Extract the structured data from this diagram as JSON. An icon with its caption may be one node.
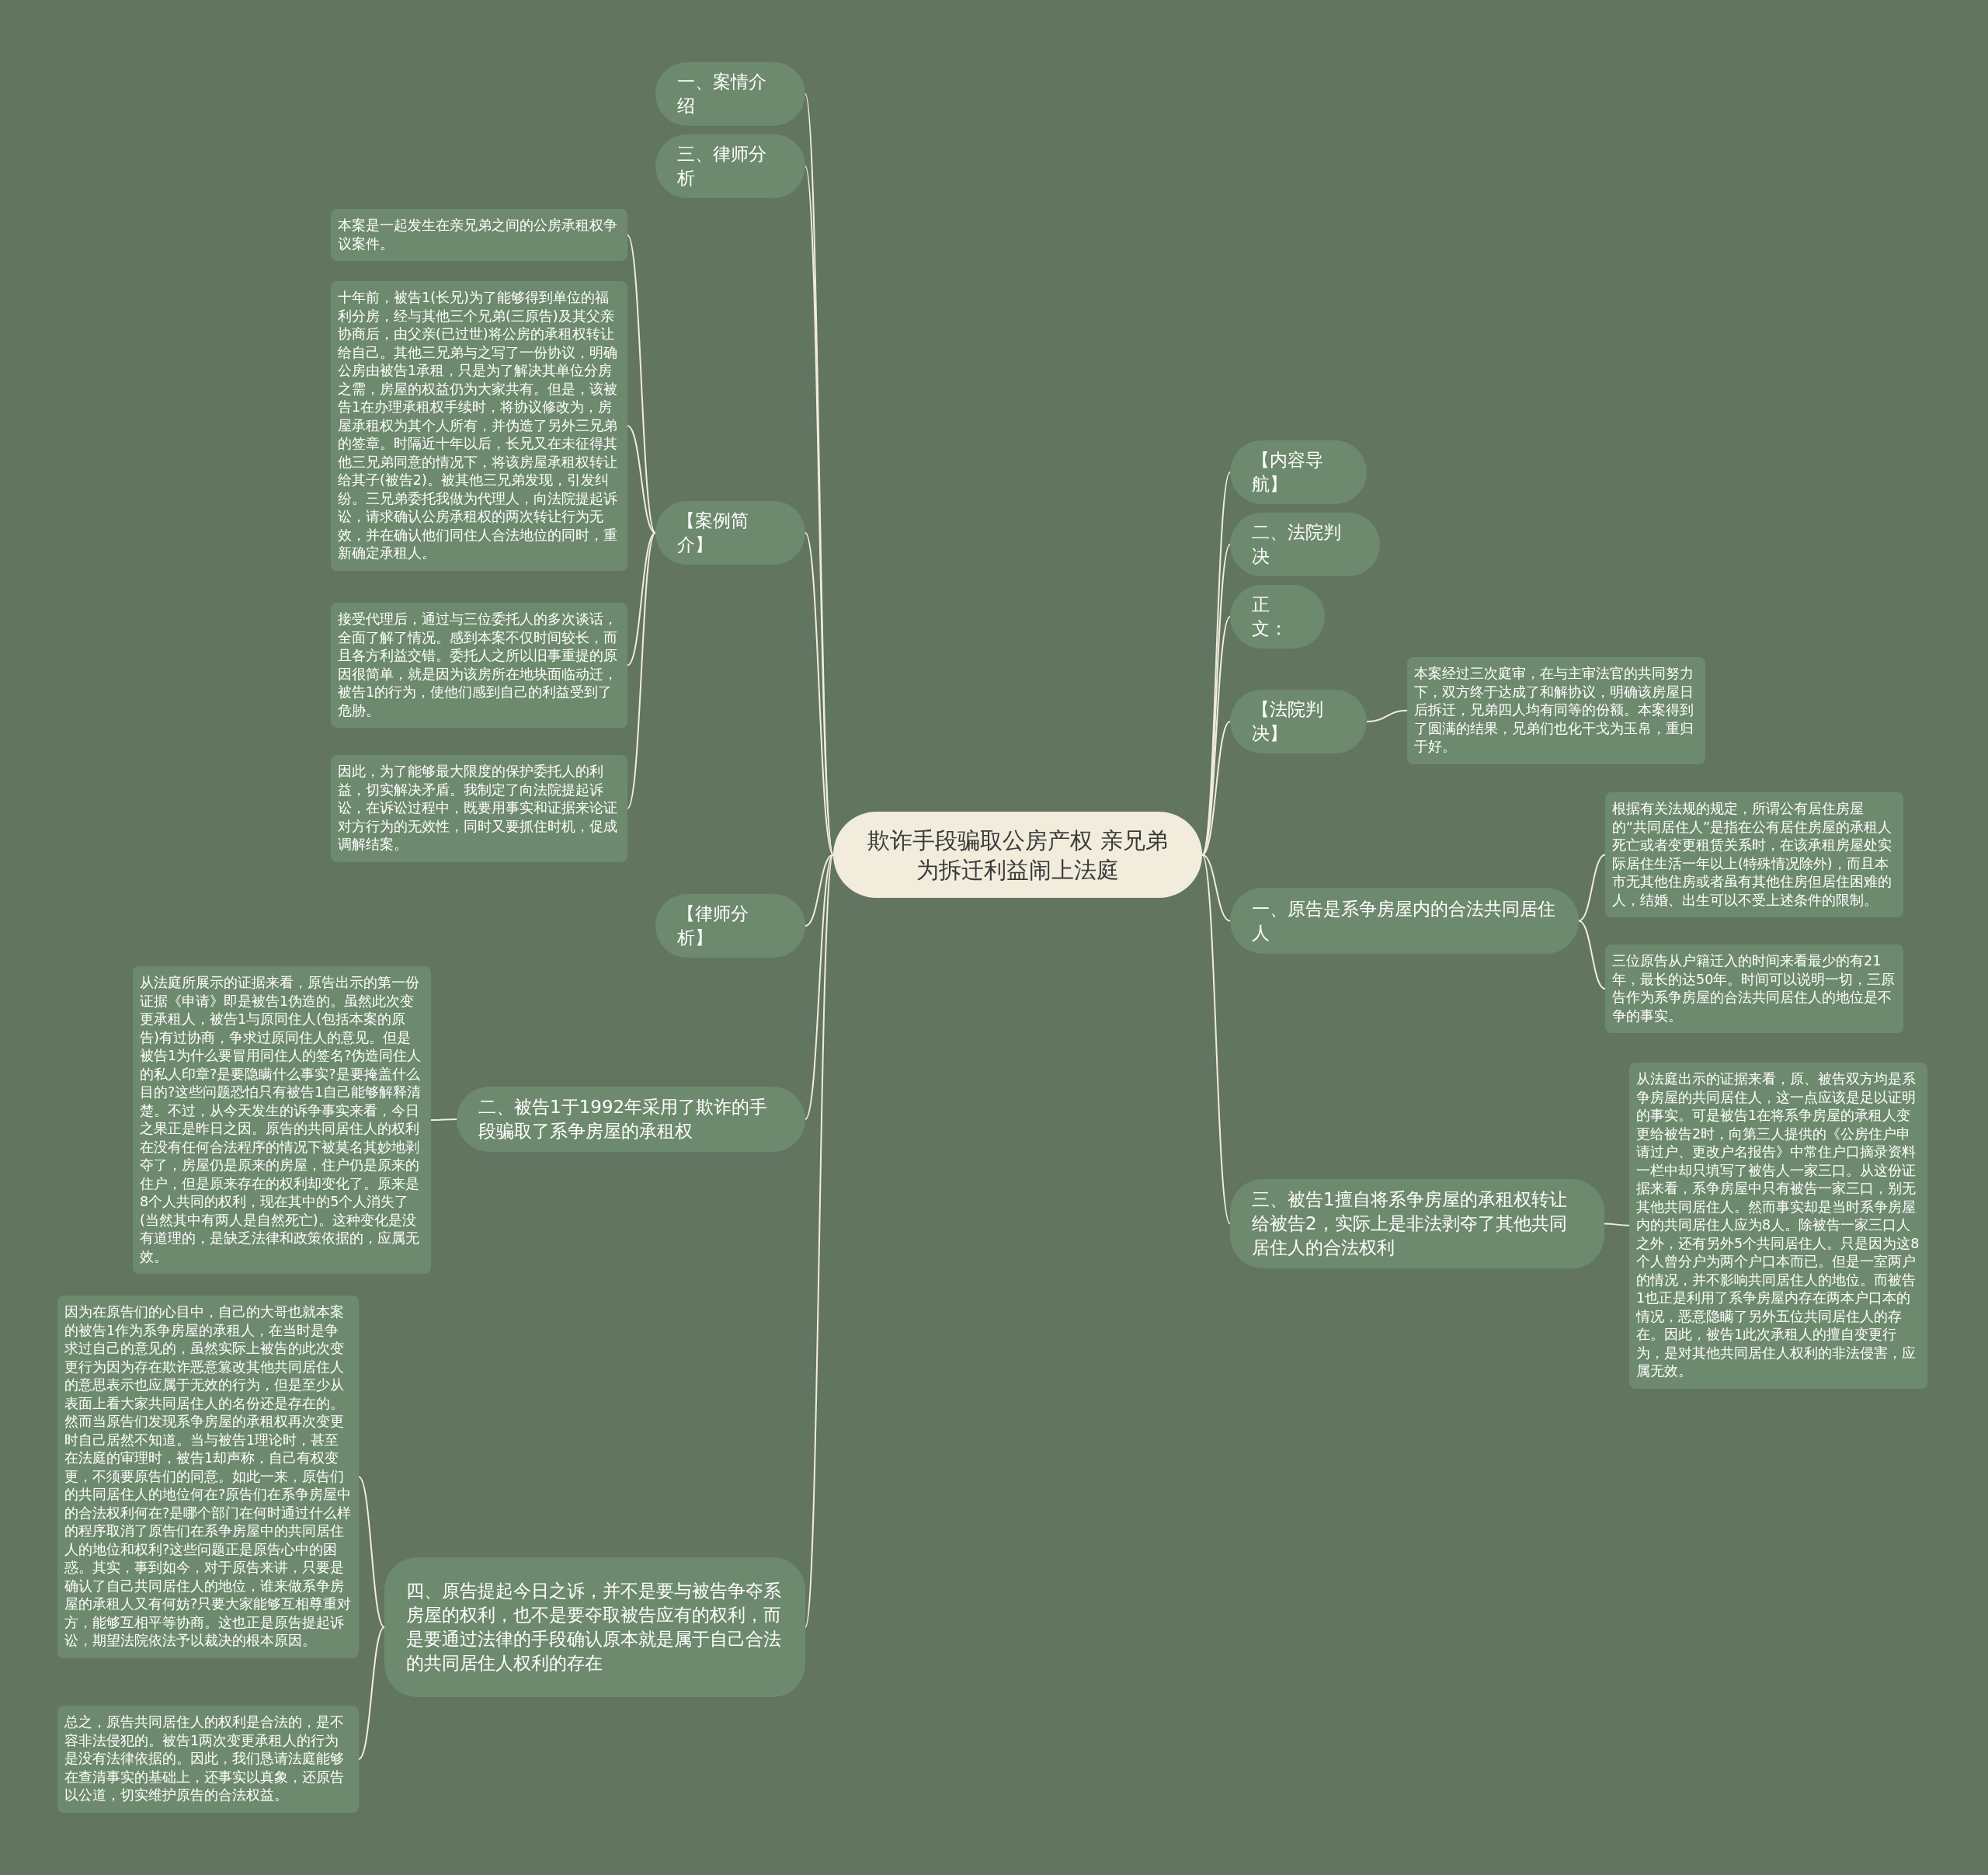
{
  "diagram": {
    "nodes": [
      {
        "text": [
          "欺诈手段骗取公房产权 亲兄弟为拆迁利益闹上法庭"
        ]
      },
      {
        "text": [
          "一、案情介绍"
        ]
      },
      {
        "text": [
          "三、律师分析"
        ]
      },
      {
        "text": [
          "【案例简介】"
        ]
      },
      {
        "text": [
          "本案是一起发生在亲兄弟之间的公房承租权争议案件。"
        ]
      },
      {
        "text": [
          "十年前，被告1(长兄)为了能够得到单位的福利分房，经与其他三个兄弟(三原告)及其父亲协商后，由父亲(已过世)将公房的承租权转让给自己。其他三兄弟与之写了一份协议，明确公房由被告1承租，只是为了解决其单位分房之需，房屋的权益仍为大家共有。但是，该被告1在办理承租权手续时，将协议修改为，房屋承租权为其个人所有，并伪造了另外三兄弟的签章。时隔近十年以后，长兄又在未征得其他三兄弟同意的情况下，将该房屋承租权转让给其子(被告2)。被其他三兄弟发现，引发纠纷。三兄弟委托我做为代理人，向法院提起诉讼，请求确认公房承租权的两次转让行为无效，并在确认他们同住人合法地位的同时，重新确定承租人。"
        ]
      },
      {
        "text": [
          "接受代理后，通过与三位委托人的多次谈话，全面了解了情况。感到本案不仅时间较长，而且各方利益交错。委托人之所以旧事重提的原因很简单，就是因为该房所在地块面临动迁，被告1的行为，使他们感到自己的利益受到了危胁。"
        ]
      },
      {
        "text": [
          "因此，为了能够最大限度的保护委托人的利益，切实解决矛盾。我制定了向法院提起诉讼，在诉讼过程中，既要用事实和证据来论证对方行为的无效性，同时又要抓住时机，促成调解结案。"
        ]
      },
      {
        "text": [
          "【律师分析】"
        ]
      },
      {
        "text": [
          "二、被告1于1992年采用了欺诈的手段骗取了系争房屋的承租权"
        ]
      },
      {
        "text": [
          "从法庭所展示的证据来看，原告出示的第一份证据《申请》即是被告1伪造的。虽然此次变更承租人，被告1与原同住人(包括本案的原告)有过协商，争求过原同住人的意见。但是被告1为什么要冒用同住人的签名?伪造同住人的私人印章?是要隐瞒什么事实?是要掩盖什么目的?这些问题恐怕只有被告1自己能够解释清楚。不过，从今天发生的诉争事实来看，今日之果正是昨日之因。原告的共同居住人的权利在没有任何合法程序的情况下被莫名其妙地剥夺了，房屋仍是原来的房屋，住户仍是原来的住户，但是原来存在的权利却变化了。原来是8个人共同的权利，现在其中的5个人消失了(当然其中有两人是自然死亡)。这种变化是没有道理的，是缺乏法律和政策依据的，应属无效。"
        ]
      },
      {
        "text": [
          "四、原告提起今日之诉，并不是要与被告争夺系房屋的权利，也不是要夺取被告应有的权利，而是要通过法律的手段确认原本就是属于自己合法的共同居住人权利的存在"
        ]
      },
      {
        "text": [
          "因为在原告们的心目中，自己的大哥也就本案的被告1作为系争房屋的承租人，在当时是争求过自己的意见的，虽然实际上被告的此次变更行为因为存在欺诈恶意篡改其他共同居住人的意思表示也应属于无效的行为，但是至少从表面上看大家共同居住人的名份还是存在的。然而当原告们发现系争房屋的承租权再次变更时自己居然不知道。当与被告1理论时，甚至在法庭的审理时，被告1却声称，自己有权变更，不须要原告们的同意。如此一来，原告们的共同居住人的地位何在?原告们在系争房屋中的合法权利何在?是哪个部门在何时通过什么样的程序取消了原告们在系争房屋中的共同居住人的地位和权利?这些问题正是原告心中的困惑。其实，事到如今，对于原告来讲，只要是确认了自己共同居住人的地位，谁来做系争房屋的承租人又有何妨?只要大家能够互相尊重对方，能够互相平等协商。这也正是原告提起诉讼，期望法院依法予以裁决的根本原因。"
        ]
      },
      {
        "text": [
          "总之，原告共同居住人的权利是合法的，是不容非法侵犯的。被告1两次变更承租人的行为是没有法律依据的。因此，我们恳请法庭能够在查清事实的基础上，还事实以真象，还原告以公道，切实维护原告的合法权益。"
        ]
      },
      {
        "text": [
          "【内容导航】"
        ]
      },
      {
        "text": [
          "二、法院判决"
        ]
      },
      {
        "text": [
          "正文："
        ]
      },
      {
        "text": [
          "【法院判决】"
        ]
      },
      {
        "text": [
          "本案经过三次庭审，在与主审法官的共同努力下，双方终于达成了和解协议，明确该房屋日后拆迁，兄弟四人均有同等的份额。本案得到了圆满的结果，兄弟们也化干戈为玉帛，重归于好。"
        ]
      },
      {
        "text": [
          "一、原告是系争房屋内的合法共同居住人"
        ]
      },
      {
        "text": [
          "根据有关法规的规定，所谓公有居住房屋的“共同居住人”是指在公有居住房屋的承租人死亡或者变更租赁关系时，在该承租房屋处实际居住生活一年以上(特殊情况除外)，而且本市无其他住房或者虽有其他住房但居住困难的人，结婚、出生可以不受上述条件的限制。"
        ]
      },
      {
        "text": [
          "三位原告从户籍迁入的时间来看最少的有21年，最长的达50年。时间可以说明一切，三原告作为系争房屋的合法共同居住人的地位是不争的事实。"
        ]
      },
      {
        "text": [
          "三、被告1擅自将系争房屋的承租权转让给被告2，实际上是非法剥夺了其他共同居住人的合法权利"
        ]
      },
      {
        "text": [
          "从法庭出示的证据来看，原、被告双方均是系争房屋的共同居住人，这一点应该是足以证明的事实。可是被告1在将系争房屋的承租人变更给被告2时，向第三人提供的《公房住户申请过户、更改户名报告》中常住户口摘录资料一栏中却只填写了被告人一家三口。从这份证据来看，系争房屋中只有被告一家三口，别无其他共同居住人。然而事实却是当时系争房屋内的共同居住人应为8人。除被告一家三口人之外，还有另外5个共同居住人。只是因为这8个人曾分户为两个户口本而已。但是一室两户的情况，并不影响共同居住人的地位。而被告1也正是利用了系争房屋内存在两本户口本的情况，恶意隐瞒了另外五位共同居住人的存在。因此，被告1此次承租人的擅自变更行为，是对其他共同居住人权利的非法侵害，应属无效。"
        ]
      }
    ],
    "edges": [
      {
        "from": 0,
        "to": 1,
        "arrow": "none"
      },
      {
        "from": 0,
        "to": 2,
        "arrow": "none"
      },
      {
        "from": 0,
        "to": 3,
        "arrow": "none"
      },
      {
        "from": 3,
        "to": 4,
        "arrow": "none"
      },
      {
        "from": 3,
        "to": 5,
        "arrow": "none"
      },
      {
        "from": 3,
        "to": 6,
        "arrow": "none"
      },
      {
        "from": 3,
        "to": 7,
        "arrow": "none"
      },
      {
        "from": 0,
        "to": 8,
        "arrow": "none"
      },
      {
        "from": 0,
        "to": 9,
        "arrow": "none"
      },
      {
        "from": 9,
        "to": 10,
        "arrow": "none"
      },
      {
        "from": 0,
        "to": 11,
        "arrow": "none"
      },
      {
        "from": 11,
        "to": 12,
        "arrow": "none"
      },
      {
        "from": 11,
        "to": 13,
        "arrow": "none"
      },
      {
        "from": 0,
        "to": 14,
        "arrow": "none"
      },
      {
        "from": 0,
        "to": 15,
        "arrow": "none"
      },
      {
        "from": 0,
        "to": 16,
        "arrow": "none"
      },
      {
        "from": 0,
        "to": 17,
        "arrow": "none"
      },
      {
        "from": 17,
        "to": 18,
        "arrow": "none"
      },
      {
        "from": 0,
        "to": 19,
        "arrow": "none"
      },
      {
        "from": 19,
        "to": 20,
        "arrow": "none"
      },
      {
        "from": 19,
        "to": 21,
        "arrow": "none"
      },
      {
        "from": 0,
        "to": 22,
        "arrow": "none"
      },
      {
        "from": 22,
        "to": 23,
        "arrow": "none"
      }
    ]
  }
}
